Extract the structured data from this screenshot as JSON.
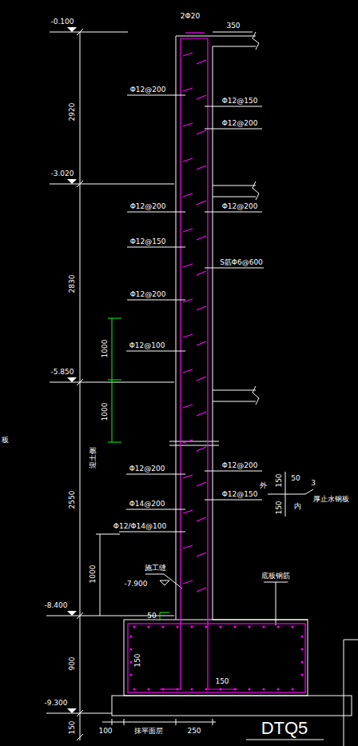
{
  "diagram": {
    "title": "DTQ5",
    "labels": [
      "-0.100",
      "2920",
      "-3.020",
      "2830",
      "-5.850",
      "2550",
      "-8.400",
      "900",
      "-9.300",
      "150",
      "100",
      "抹平面层",
      "250",
      "2Φ20",
      "350",
      "Φ12@200",
      "Φ12@150",
      "Φ12@200",
      "Φ12@200",
      "Φ12@200",
      "Φ12@150",
      "S筋Φ6@600",
      "Φ12@200",
      "1000",
      "1000",
      "Φ12@100",
      "迎土侧",
      "Φ12@200",
      "Φ12@200",
      "Φ14@200",
      "Φ12@150",
      "1000",
      "Φ12/Φ14@100",
      "施工缝",
      "-7.900",
      "50",
      "底板钢筋",
      "150",
      "150",
      "外",
      "内",
      "150",
      "150",
      "50",
      "厚止水钢板",
      "3",
      "板"
    ]
  }
}
